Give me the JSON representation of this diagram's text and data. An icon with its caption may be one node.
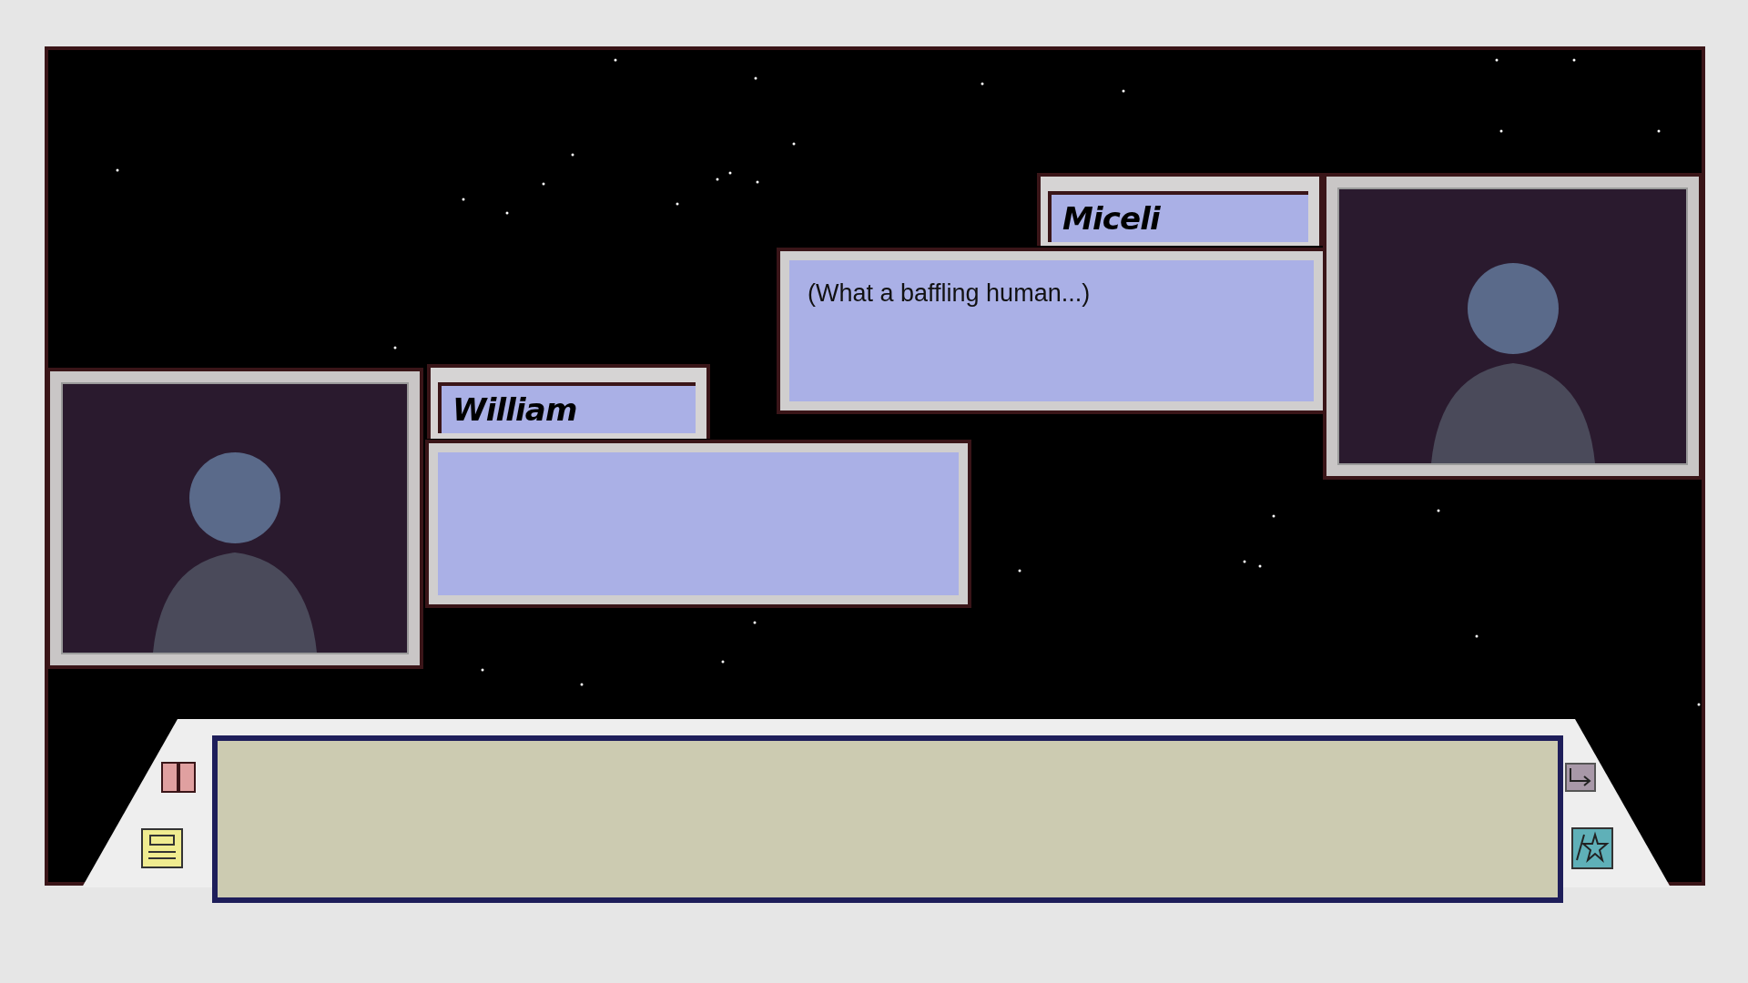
{
  "diagram": {
    "nodes": [
      {
        "text": [],
        "shape": "picture"
      },
      {
        "text": [
          "William"
        ]
      },
      {
        "text": [],
        "shape": "box"
      },
      {
        "text": [
          "Miceli"
        ]
      },
      {
        "text": [
          "(What a baffling human...)"
        ]
      },
      {
        "text": [],
        "shape": "picture"
      },
      {
        "text": [],
        "shape": "box"
      }
    ]
  }
}
